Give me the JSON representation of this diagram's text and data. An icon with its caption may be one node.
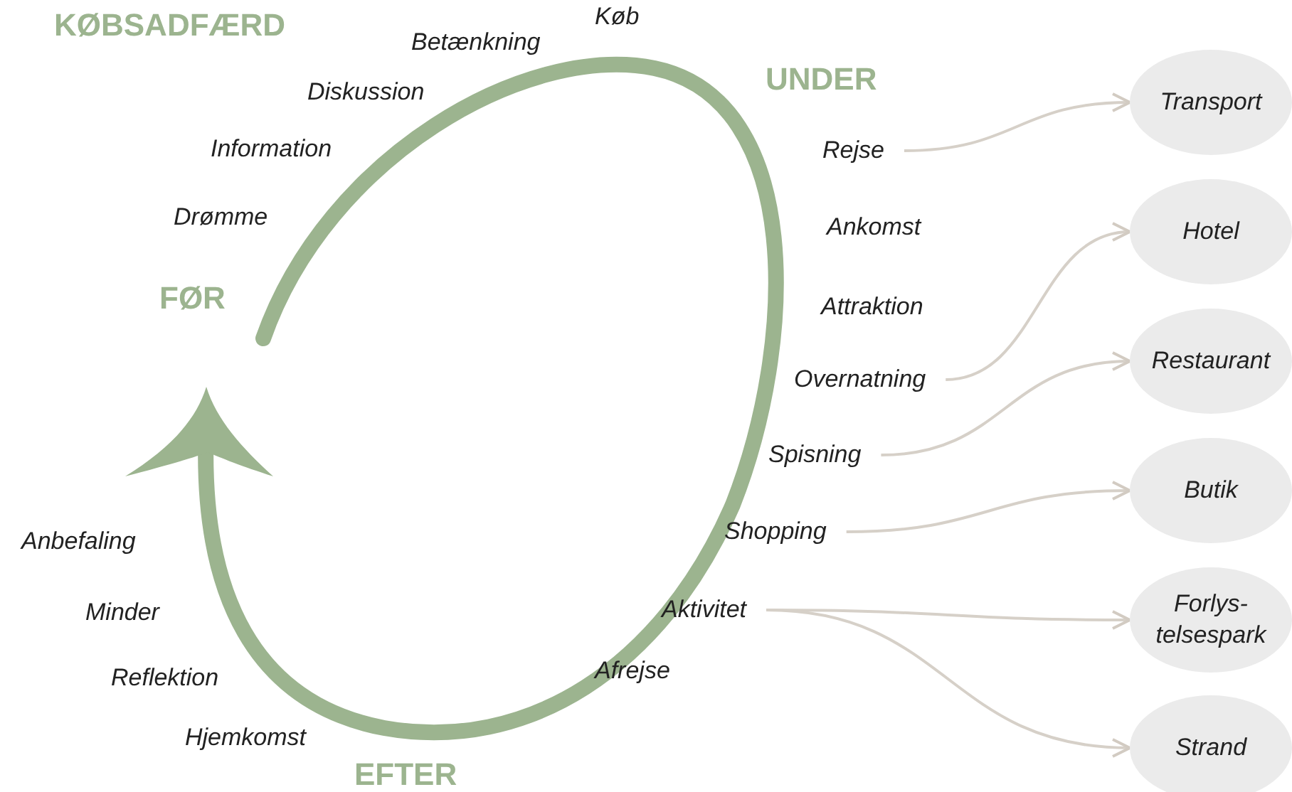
{
  "diagram": {
    "title": "KØBSADFÆRD",
    "nodes": [
      {
        "text": [
          "Transport"
        ]
      },
      {
        "text": [
          "Rejse"
        ]
      },
      {
        "text": [
          "Hotel"
        ]
      },
      {
        "text": [
          "Restaurant"
        ]
      },
      {
        "text": [
          "Overnatning"
        ]
      },
      {
        "text": [
          "Spisning"
        ]
      },
      {
        "text": [
          "Butik"
        ]
      },
      {
        "text": [
          "Shopping"
        ]
      },
      {
        "text": [
          "Aktivitet"
        ]
      },
      {
        "text": [
          "Forlys- telsespark"
        ]
      },
      {
        "text": [
          "Strand"
        ]
      }
    ],
    "edges": [
      {
        "from": 1,
        "to": 0,
        "arrow": "to"
      },
      {
        "from": 4,
        "to": 2,
        "arrow": "to"
      },
      {
        "from": 5,
        "to": 3,
        "arrow": "to"
      },
      {
        "from": 7,
        "to": 6,
        "arrow": "to"
      },
      {
        "from": 8,
        "to": 9,
        "arrow": "to"
      },
      {
        "from": 8,
        "to": 10,
        "arrow": "to"
      }
    ],
    "labels": [
      "Køb",
      "Betænkning",
      "Diskussion",
      "UNDER",
      "Information",
      "Ankomst",
      "Drømme",
      "FØR",
      "Attraktion",
      "Anbefaling",
      "Minder",
      "Afrejse",
      "Reflektion",
      "Hjemkomst",
      "EFTER"
    ]
  }
}
